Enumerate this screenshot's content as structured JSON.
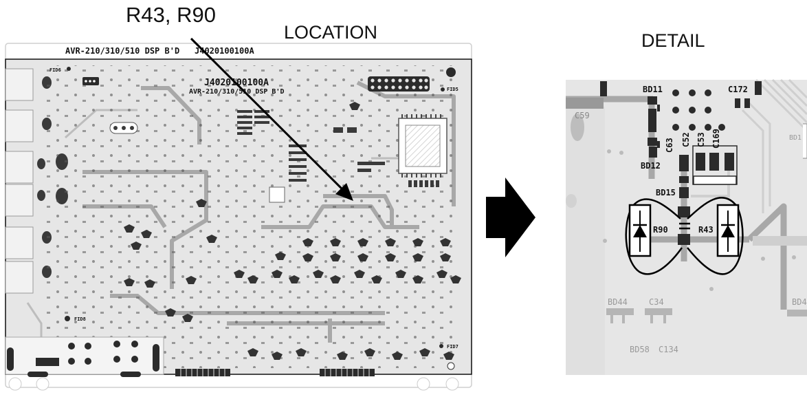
{
  "callout": "R43, R90",
  "location_heading": "LOCATION",
  "detail_heading": "DETAIL",
  "board": {
    "header_label": "AVR-210/310/510 DSP B'D",
    "header_part": "J4020100100A",
    "center_part": "J4020100100A",
    "center_label": "AVR-210/310/510 DSP B'D",
    "fiducials": [
      "FID6",
      "FID5",
      "FID8",
      "FID7"
    ]
  },
  "detail": {
    "labels": [
      "BD11",
      "C172",
      "C59",
      "C63",
      "C52",
      "C53",
      "C169",
      "BD12",
      "BD1",
      "BD15",
      "R90",
      "R43",
      "BD44",
      "C34",
      "BD58",
      "C134",
      "BD4"
    ]
  },
  "colors": {
    "board": "#e6e6e6",
    "trace": "#a8a8a8",
    "pad": "#2b2b2b",
    "arrow": "#000000"
  },
  "icons": [
    "arrow-pointer",
    "right-arrow-icon",
    "diode-symbol-icon"
  ]
}
